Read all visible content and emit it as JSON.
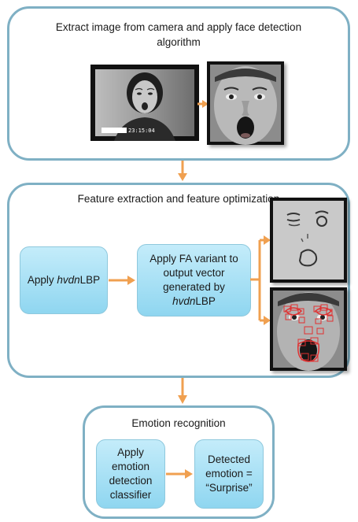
{
  "stage1": {
    "title": "Extract image from camera and apply face detection algorithm",
    "camera_timestamp": "23:15:04"
  },
  "stage2": {
    "title": "Feature extraction and feature optimization",
    "apply_pre": "Apply ",
    "apply_italic": "hvdn",
    "apply_post": "LBP",
    "fa_text": "Apply FA variant to output vector generated by",
    "fa_italic": "hvdn",
    "fa_post": "LBP"
  },
  "stage3": {
    "title": "Emotion recognition",
    "classifier_label": "Apply emotion detection classifier",
    "result_label": "Detected emotion = “Surprise”"
  },
  "colors": {
    "panel_border": "#7fb0c4",
    "box_fill": "#8fd6f0",
    "arrow": "#f0a050",
    "landmark": "#e03030"
  }
}
